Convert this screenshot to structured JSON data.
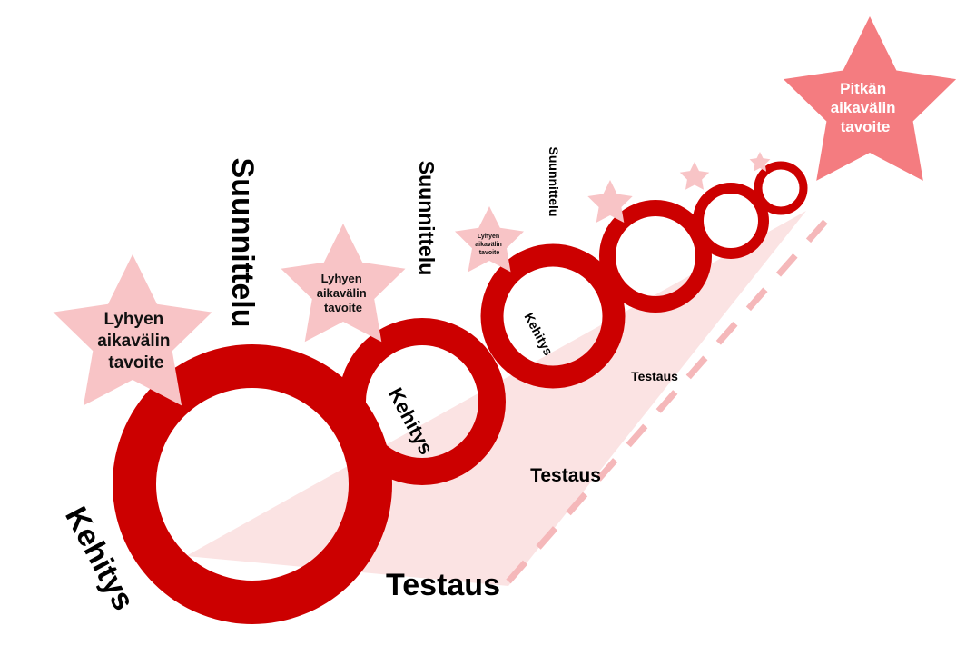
{
  "colors": {
    "ring": "#cc0000",
    "band": "#fbe3e3",
    "dash": "#f5b8ba",
    "short_star": "#f8c4c6",
    "long_star": "#f47c80"
  },
  "long_term_goal": [
    "Pitkän",
    "aikavälin",
    "tavoite"
  ],
  "short_term_goal": [
    "Lyhyen",
    "aikavälin",
    "tavoite"
  ],
  "phases": {
    "planning": "Suunnittelu",
    "development": "Kehitys",
    "testing": "Testaus"
  }
}
